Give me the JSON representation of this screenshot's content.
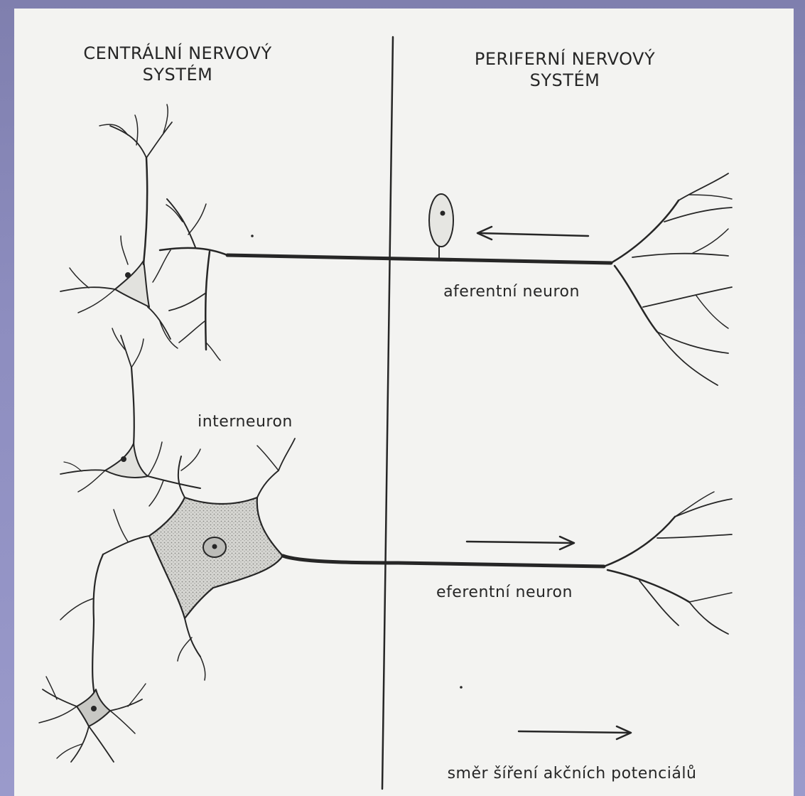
{
  "labels": {
    "cns": "CENTRÁLNÍ NERVOVÝ\nSYSTÉM",
    "pns": "PERIFERNÍ NERVOVÝ\nSYSTÉM",
    "afferent": "aferentní neuron",
    "interneuron": "interneuron",
    "efferent": "eferentní neuron",
    "legend": "směr šíření akčních potenciálů"
  },
  "colors": {
    "ink": "#262626",
    "paper": "#f3f3f1",
    "soma_fill": "#cfcfcb",
    "frame": "#8d8dbf"
  }
}
